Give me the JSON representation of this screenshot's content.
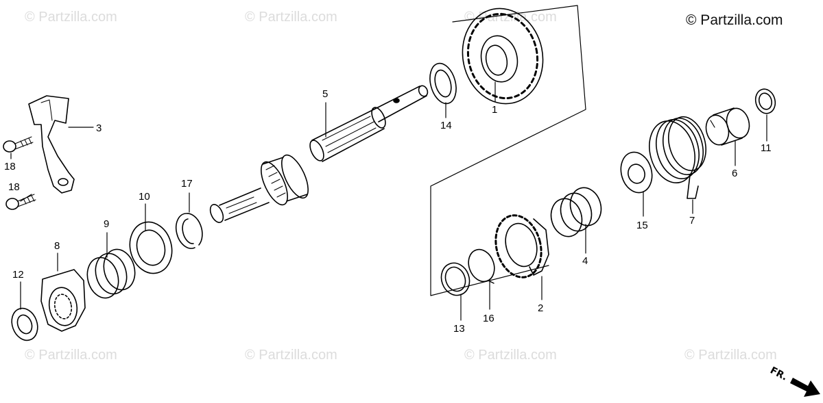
{
  "copyright": "© Partzilla.com",
  "watermark": "© Partzilla.com",
  "front_indicator": "FR.",
  "callouts": {
    "c1": "1",
    "c2": "2",
    "c3": "3",
    "c4": "4",
    "c5": "5",
    "c6": "6",
    "c7": "7",
    "c8": "8",
    "c9": "9",
    "c10": "10",
    "c11": "11",
    "c12": "12",
    "c13": "13",
    "c14": "14",
    "c15": "15",
    "c16": "16",
    "c17": "17",
    "c18a": "18",
    "c18b": "18"
  }
}
